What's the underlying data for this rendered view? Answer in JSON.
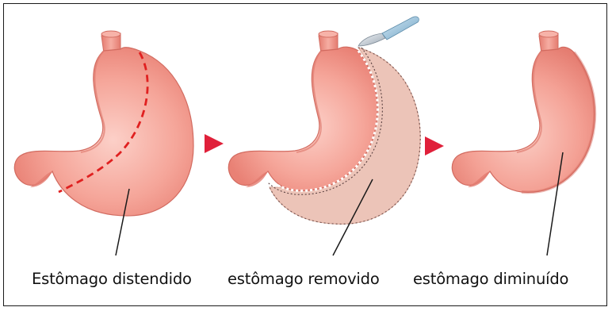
{
  "labels": {
    "before": "Estômago distendido",
    "removed": "estômago removido",
    "after": "estômago diminuído"
  },
  "icons": {
    "arrow1": "triangle-right-icon",
    "arrow2": "triangle-right-icon",
    "tool": "scalpel-icon"
  },
  "colors": {
    "stomach": "#f2968c",
    "stomach_light": "#fbc6bd",
    "removed_part": "#ecc4b8",
    "cut_line": "#e02020",
    "arrow": "#e0203a",
    "frame": "#1a1a1a"
  }
}
